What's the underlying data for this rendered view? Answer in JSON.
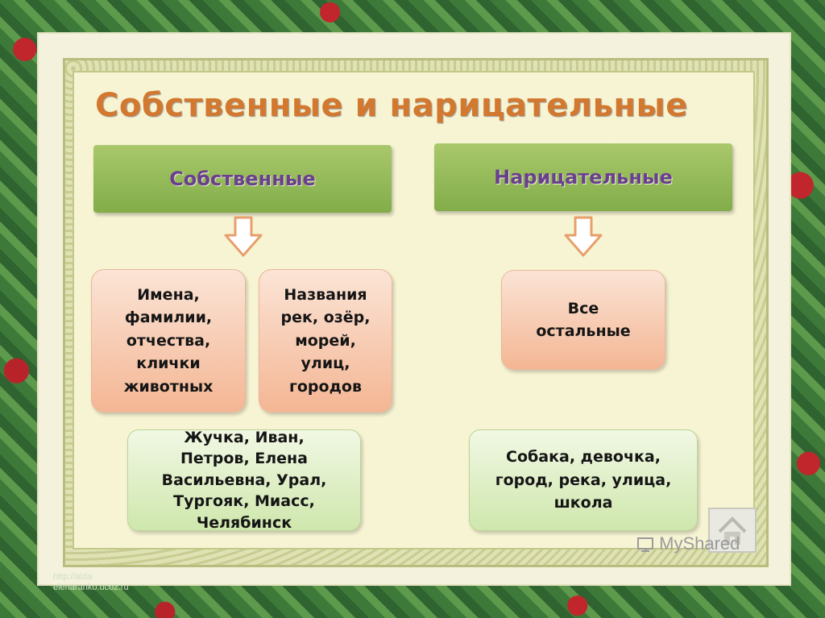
{
  "title": "Собственные и нарицательные",
  "left": {
    "header": "Собственные",
    "box1": "Имена,\nфамилии,\nотчества,\nклички\nживотных",
    "box2": "Названия\nрек, озёр,\nморей,\nулиц,\nгородов",
    "examples": "Жучка, Иван,\nПетров, Елена\nВасильевна, Урал,\nТургояк, Миасс,\nЧелябинск"
  },
  "right": {
    "header": "Нарицательные",
    "box1": "Все\nостальные",
    "examples": "Собака, девочка,\nгород, река, улица,\nшкола"
  },
  "watermark": "MyShared",
  "url_lines": [
    "http://aida",
    "elenaranko.ucoz.ru"
  ],
  "icons": {
    "home": "home-icon",
    "arrow": "down-arrow-icon"
  },
  "colors": {
    "title": "#d2782f",
    "header_text": "#6a3f8e",
    "header_bg": "#8fb556",
    "peach_bg": "#f4b694",
    "green_bg": "#cfe7ad"
  }
}
